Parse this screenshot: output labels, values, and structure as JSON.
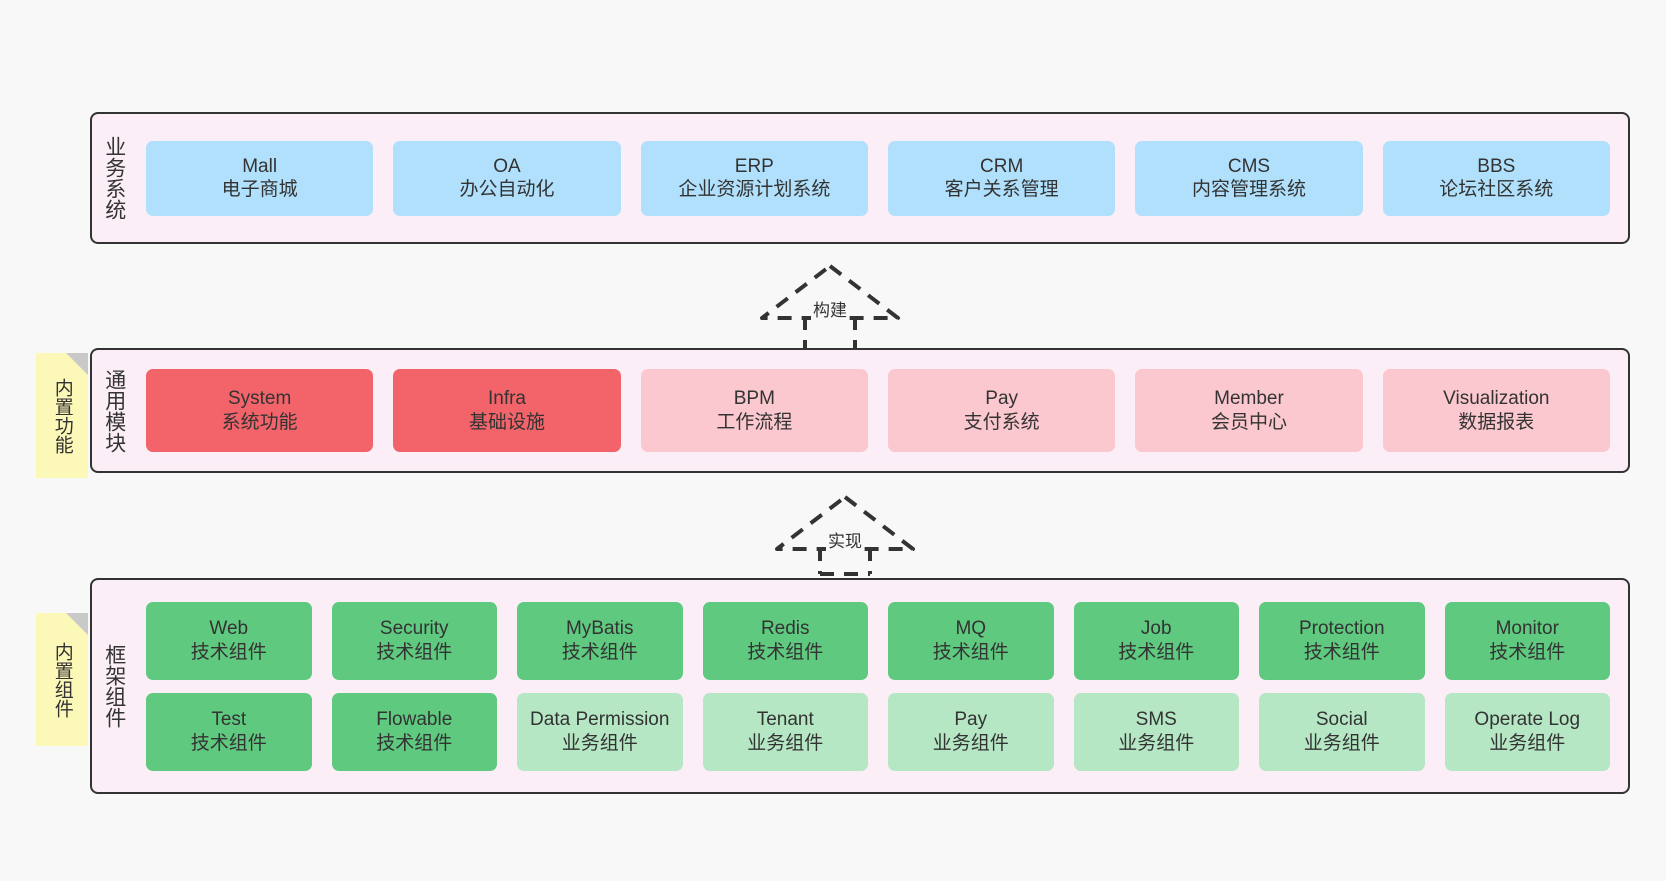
{
  "meta": {
    "background": "#f8f8f8",
    "layer_fill": "#fbeef6",
    "layer_border": "#333333",
    "note_fill": "#fcf8b8",
    "colors": {
      "blue": "#b0e0fb",
      "red": "#f2646a",
      "pink": "#fbc8cf",
      "green": "#5fc97f",
      "green_lite": "#b6e7c4"
    }
  },
  "business_layer": {
    "title": "业务系统",
    "nodes": [
      {
        "en": "Mall",
        "cn": "电子商城",
        "color": "blue"
      },
      {
        "en": "OA",
        "cn": "办公自动化",
        "color": "blue"
      },
      {
        "en": "ERP",
        "cn": "企业资源计划系统",
        "color": "blue"
      },
      {
        "en": "CRM",
        "cn": "客户关系管理",
        "color": "blue"
      },
      {
        "en": "CMS",
        "cn": "内容管理系统",
        "color": "blue"
      },
      {
        "en": "BBS",
        "cn": "论坛社区系统",
        "color": "blue"
      }
    ]
  },
  "arrow_build": {
    "label": "构建"
  },
  "module_layer": {
    "title": "通用模块",
    "note": "内置功能",
    "nodes": [
      {
        "en": "System",
        "cn": "系统功能",
        "color": "red"
      },
      {
        "en": "Infra",
        "cn": "基础设施",
        "color": "red"
      },
      {
        "en": "BPM",
        "cn": "工作流程",
        "color": "pink"
      },
      {
        "en": "Pay",
        "cn": "支付系统",
        "color": "pink"
      },
      {
        "en": "Member",
        "cn": "会员中心",
        "color": "pink"
      },
      {
        "en": "Visualization",
        "cn": "数据报表",
        "color": "pink"
      }
    ]
  },
  "arrow_impl": {
    "label": "实现"
  },
  "framework_layer": {
    "title": "框架组件",
    "note": "内置组件",
    "row1": [
      {
        "en": "Web",
        "cn": "技术组件",
        "color": "green"
      },
      {
        "en": "Security",
        "cn": "技术组件",
        "color": "green"
      },
      {
        "en": "MyBatis",
        "cn": "技术组件",
        "color": "green"
      },
      {
        "en": "Redis",
        "cn": "技术组件",
        "color": "green"
      },
      {
        "en": "MQ",
        "cn": "技术组件",
        "color": "green"
      },
      {
        "en": "Job",
        "cn": "技术组件",
        "color": "green"
      },
      {
        "en": "Protection",
        "cn": "技术组件",
        "color": "green"
      },
      {
        "en": "Monitor",
        "cn": "技术组件",
        "color": "green"
      }
    ],
    "row2": [
      {
        "en": "Test",
        "cn": "技术组件",
        "color": "green"
      },
      {
        "en": "Flowable",
        "cn": "技术组件",
        "color": "green"
      },
      {
        "en": "Data Permission",
        "cn": "业务组件",
        "color": "green-lite"
      },
      {
        "en": "Tenant",
        "cn": "业务组件",
        "color": "green-lite"
      },
      {
        "en": "Pay",
        "cn": "业务组件",
        "color": "green-lite"
      },
      {
        "en": "SMS",
        "cn": "业务组件",
        "color": "green-lite"
      },
      {
        "en": "Social",
        "cn": "业务组件",
        "color": "green-lite"
      },
      {
        "en": "Operate Log",
        "cn": "业务组件",
        "color": "green-lite"
      }
    ]
  }
}
